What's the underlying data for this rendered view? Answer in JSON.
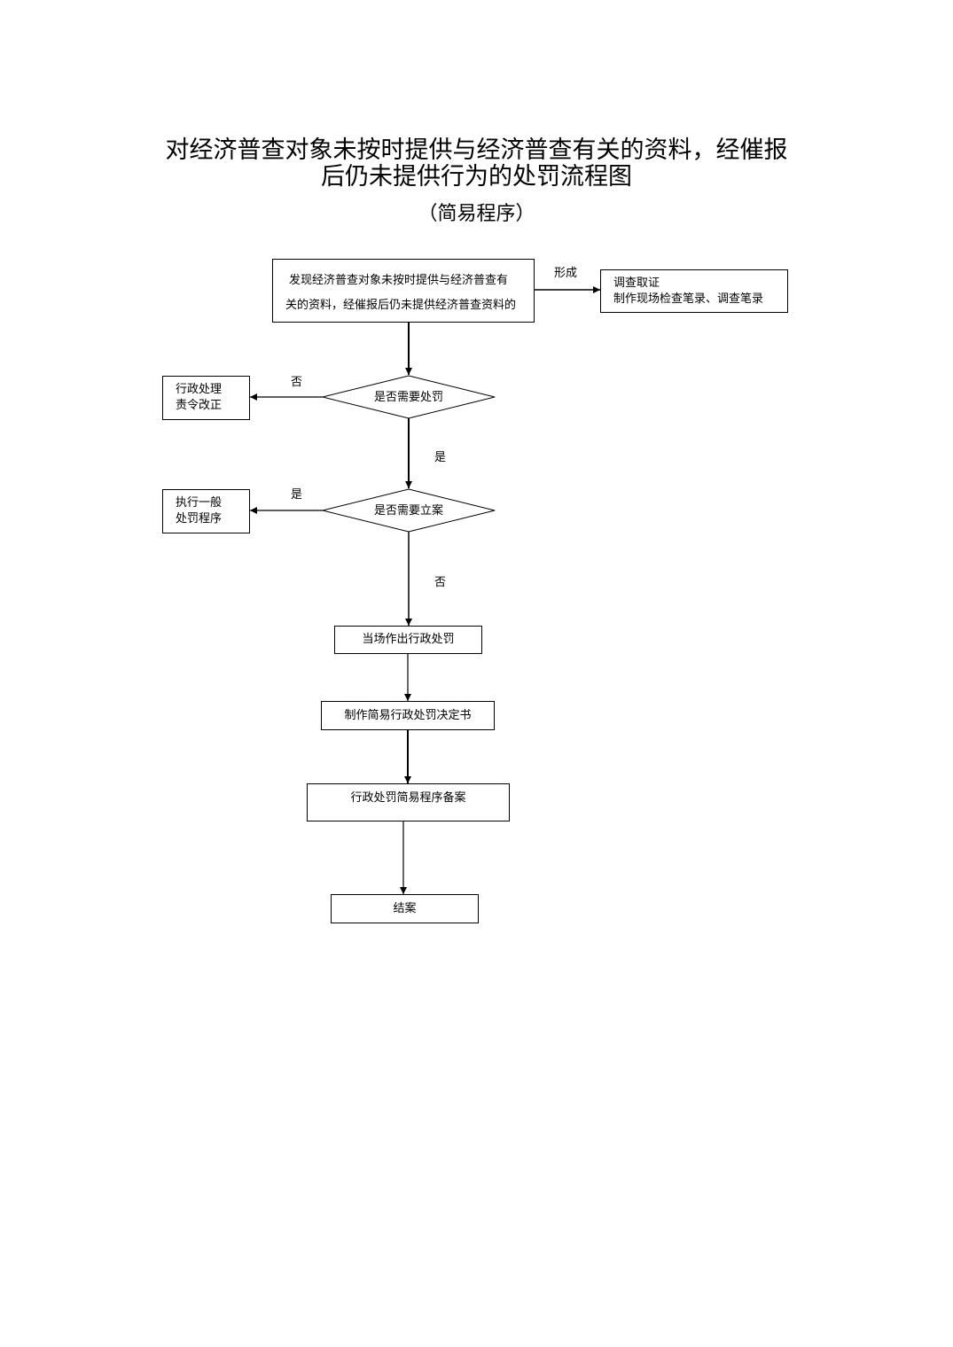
{
  "title": {
    "line1": "对经济普查对象未按时提供与经济普查有关的资料，经催报",
    "line2": "后仍未提供行为的处罚流程图"
  },
  "subtitle": "（简易程序）",
  "nodes": {
    "start_line1": "发现经济普查对象未按时提供与经济普查有",
    "start_line2": "关的资料，经催报后仍未提供经济普查资料的",
    "investigate_line1": "调查取证",
    "investigate_line2": "制作现场检查笔录、调查笔录",
    "decision1": "是否需要处罚",
    "admin_line1": "行政处理",
    "admin_line2": "责令改正",
    "decision2": "是否需要立案",
    "general_line1": "执行一般",
    "general_line2": "处罚程序",
    "onsite": "当场作出行政处罚",
    "decision_doc": "制作简易行政处罚决定书",
    "record": "行政处罚简易程序备案",
    "close": "结案"
  },
  "edge_labels": {
    "form": "形成",
    "d1_no": "否",
    "d1_yes": "是",
    "d2_yes": "是",
    "d2_no": "否"
  }
}
